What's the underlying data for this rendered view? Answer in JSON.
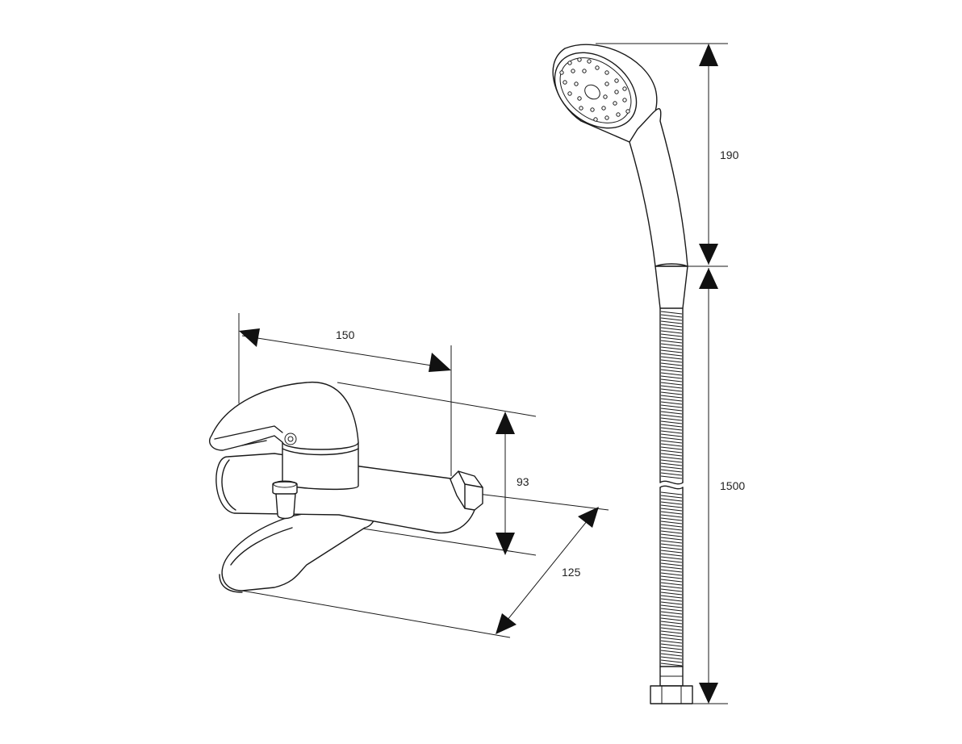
{
  "dimensions": {
    "faucet_width": "150",
    "faucet_height": "93",
    "faucet_depth": "125",
    "handshower_length": "190",
    "hose_length": "1500"
  },
  "colors": {
    "line": "#1a1a1a",
    "background": "#ffffff"
  }
}
